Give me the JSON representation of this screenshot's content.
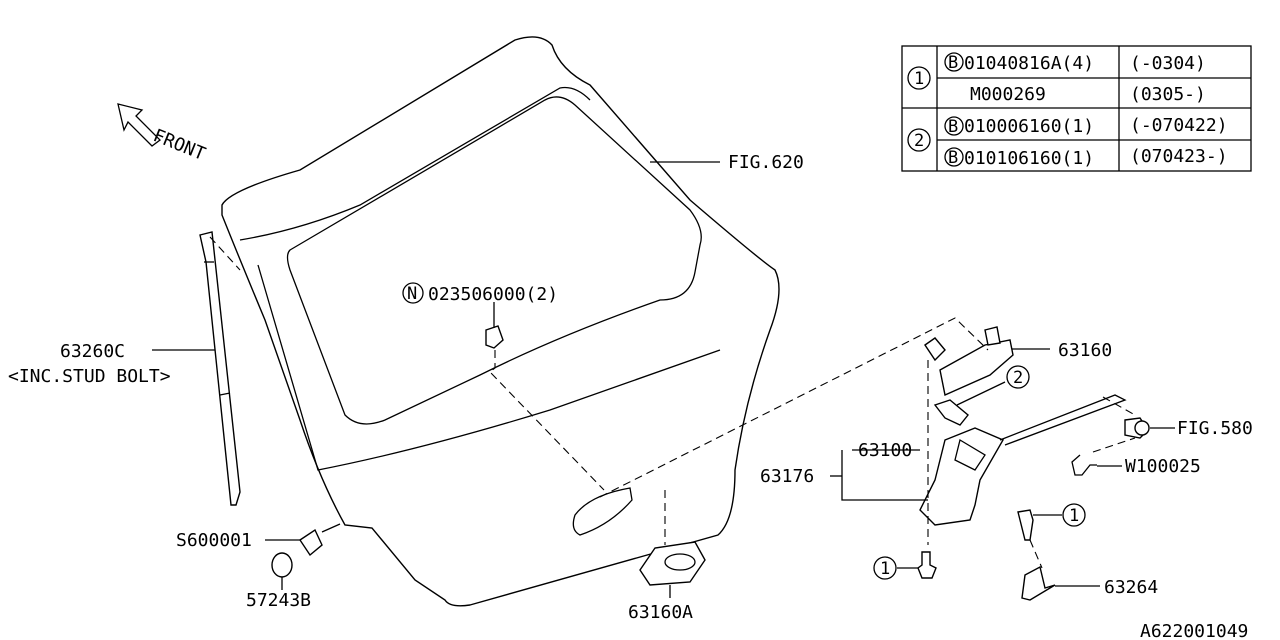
{
  "diagram_id": "A622001049",
  "front_label": "FRONT",
  "labels": {
    "fig620": "FIG.620",
    "nut": "023506000(2)",
    "nut_prefix": "N",
    "strut": "63260C",
    "strut_note": "<INC.STUD BOLT>",
    "s600001": "S600001",
    "p57243b": "57243B",
    "p63160a": "63160A",
    "p63176": "63176",
    "p63100": "63100",
    "p63160": "63160",
    "fig580": "FIG.580",
    "w100025": "W100025",
    "p63264": "63264",
    "callout_1": "1",
    "callout_2": "2"
  },
  "table": {
    "groups": [
      {
        "ref": "1",
        "rows": [
          {
            "prefix": "B",
            "part": "01040816A(4)",
            "range": "(-0304)"
          },
          {
            "prefix": "",
            "part": "M000269",
            "range": "(0305-)"
          }
        ]
      },
      {
        "ref": "2",
        "rows": [
          {
            "prefix": "B",
            "part": "010006160(1)",
            "range": "(-070422)"
          },
          {
            "prefix": "B",
            "part": "010106160(1)",
            "range": "(070423-)"
          }
        ]
      }
    ]
  }
}
